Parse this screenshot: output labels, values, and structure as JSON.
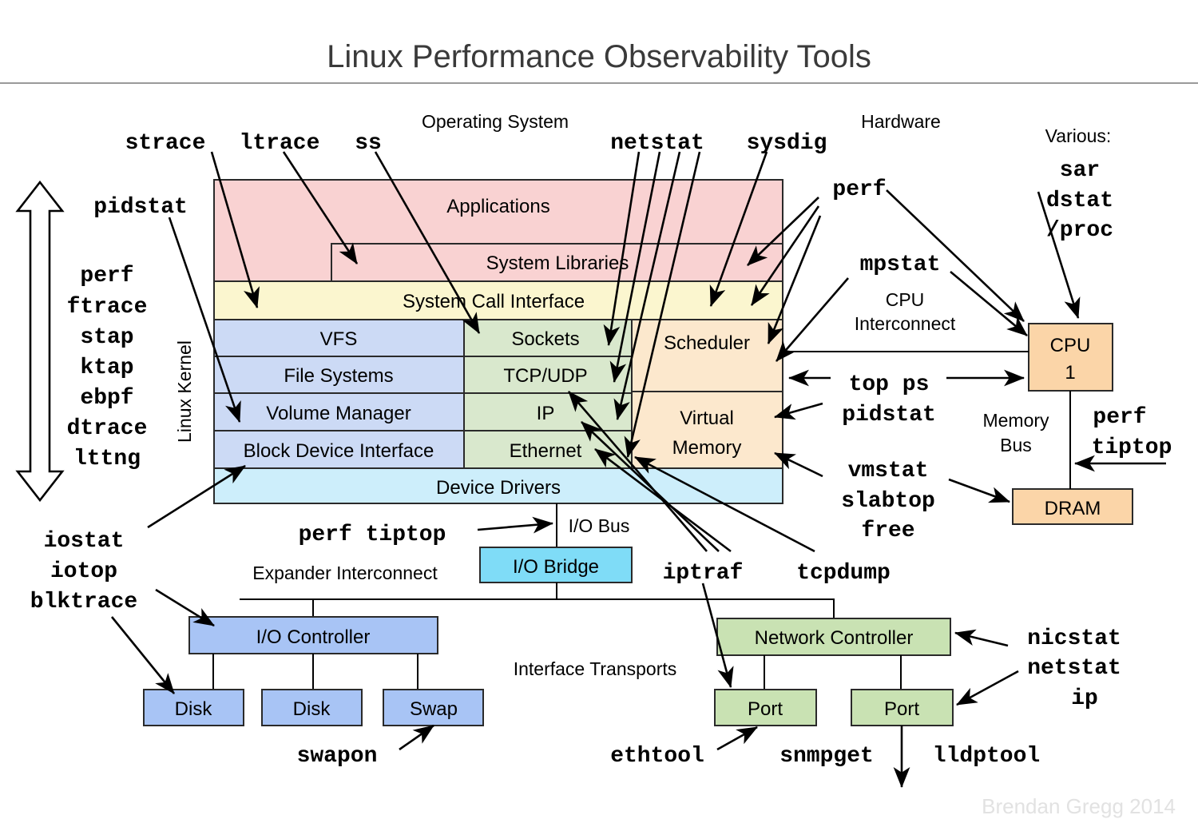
{
  "title": "Linux Performance Observability Tools",
  "credit": "Brendan Gregg 2014",
  "section_labels": {
    "operating_system": "Operating System",
    "hardware": "Hardware",
    "various": "Various:",
    "linux_kernel": "Linux Kernel",
    "cpu_interconnect": "CPU\nInterconnect",
    "cpu_interconnect_l1": "CPU",
    "cpu_interconnect_l2": "Interconnect",
    "memory_bus_l1": "Memory",
    "memory_bus_l2": "Bus",
    "io_bus": "I/O Bus",
    "expander_interconnect": "Expander Interconnect",
    "interface_transports": "Interface Transports"
  },
  "stack": {
    "applications": "Applications",
    "system_libraries": "System Libraries",
    "system_call_interface": "System Call Interface",
    "device_drivers": "Device Drivers",
    "file_column": [
      "VFS",
      "File Systems",
      "Volume Manager",
      "Block Device Interface"
    ],
    "net_column": [
      "Sockets",
      "TCP/UDP",
      "IP",
      "Ethernet"
    ],
    "sched_column": [
      "Scheduler",
      "Virtual Memory"
    ]
  },
  "hardware": {
    "cpu_l1": "CPU",
    "cpu_l2": "1",
    "dram": "DRAM",
    "io_bridge": "I/O Bridge",
    "io_controller": "I/O Controller",
    "disk_1": "Disk",
    "disk_2": "Disk",
    "swap": "Swap",
    "network_controller": "Network Controller",
    "port_1": "Port",
    "port_2": "Port"
  },
  "tools": {
    "strace": "strace",
    "ltrace": "ltrace",
    "ss": "ss",
    "netstat_top": "netstat",
    "sysdig": "sysdig",
    "perf_hw": "perf",
    "mpstat": "mpstat",
    "pidstat_left": "pidstat",
    "various_sar": "sar",
    "various_dstat": "dstat",
    "various_proc": "/proc",
    "left_stack": [
      "perf",
      "ftrace",
      "stap",
      "ktap",
      "ebpf",
      "dtrace",
      "lttng"
    ],
    "iostat": "iostat",
    "iotop": "iotop",
    "blktrace": "blktrace",
    "perf_tiptop_io": "perf tiptop",
    "top_ps": "top ps",
    "pidstat_right": "pidstat",
    "vmstat": "vmstat",
    "slabtop": "slabtop",
    "free": "free",
    "perf_mem": "perf",
    "tiptop_mem": "tiptop",
    "iptraf": "iptraf",
    "tcpdump": "tcpdump",
    "swapon": "swapon",
    "ethtool": "ethtool",
    "snmpget": "snmpget",
    "lldptool": "lldptool",
    "nicstat": "nicstat",
    "netstat_net": "netstat",
    "ip": "ip"
  },
  "colors": {
    "applications": "#f9d2d2",
    "syscall": "#fbf6cf",
    "kernel_file": "#ccdaf5",
    "kernel_net": "#d9e8cd",
    "kernel_sched": "#fce8cd",
    "device_drivers": "#cdeefb",
    "hardware_cpu": "#fbd5a8",
    "hardware_io": "#a8c4f5",
    "hardware_bridge": "#7fdcf7",
    "hardware_net": "#c9e2b3",
    "border": "#2a2a2a",
    "title": "#3a3a3a",
    "credit": "#e2e2e2"
  }
}
